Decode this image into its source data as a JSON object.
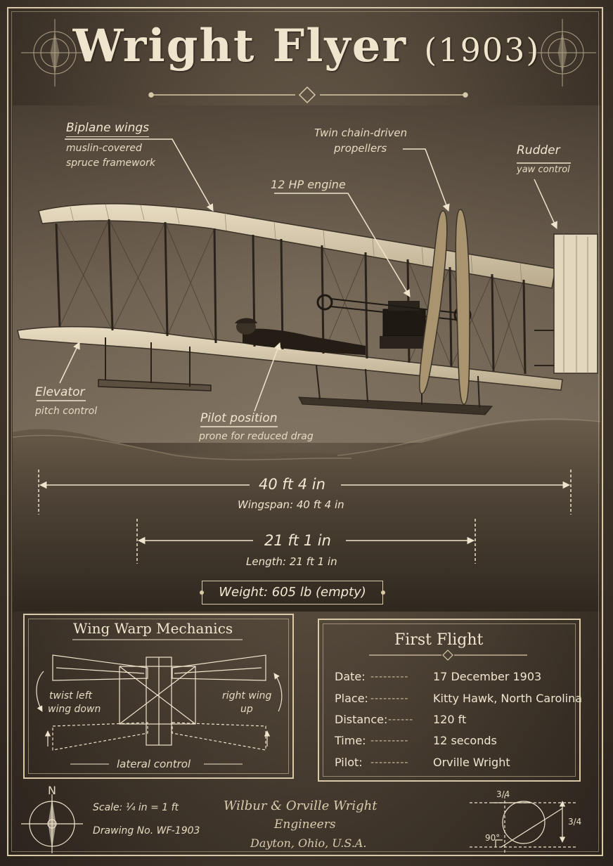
{
  "title": {
    "main": "Wright Flyer",
    "year": "(1903)"
  },
  "callouts": {
    "wings": {
      "label": "Biplane wings",
      "sub1": "muslin-covered",
      "sub2": "spruce framework"
    },
    "propellers": {
      "label1": "Twin chain-driven",
      "label2": "propellers"
    },
    "engine": {
      "label": "12 HP engine"
    },
    "rudder": {
      "label": "Rudder",
      "sub": "yaw control"
    },
    "elevator": {
      "label": "Elevator",
      "sub": "pitch control"
    },
    "pilot": {
      "label": "Pilot position",
      "sub": "prone for reduced drag"
    }
  },
  "dimensions": {
    "wingspan_value": "40 ft 4 in",
    "wingspan_caption": "Wingspan: 40 ft 4 in",
    "length_value": "21 ft 1 in",
    "length_caption": "Length: 21 ft 1 in",
    "weight": "Weight: 605 lb (empty)"
  },
  "wing_warp": {
    "title": "Wing Warp Mechanics",
    "left_note1": "twist left",
    "left_note2": "wing down",
    "right_note1": "right wing",
    "right_note2": "up",
    "caption": "lateral control"
  },
  "first_flight": {
    "title": "First Flight",
    "rows": [
      {
        "label": "Date:",
        "value": "17 December 1903"
      },
      {
        "label": "Place:",
        "value": "Kitty Hawk, North Carolina"
      },
      {
        "label": "Distance:",
        "value": "120 ft"
      },
      {
        "label": "Time:",
        "value": "12 seconds"
      },
      {
        "label": "Pilot:",
        "value": "Orville Wright"
      }
    ]
  },
  "footer": {
    "compass_letter": "N",
    "scale": "Scale: ¼ in = 1 ft",
    "drawing_no": "Drawing No. WF-1903",
    "credit1": "Wilbur & Orville Wright",
    "credit2": "Engineers",
    "credit3": "Dayton, Ohio, U.S.A.",
    "geo_top": "3/4",
    "geo_right": "3/4",
    "geo_angle": "90°"
  },
  "colors": {
    "ink": "#efe4cc",
    "sepia_dark": "#2e271f",
    "sepia_mid": "#5b4f40",
    "line": "#d8c9a8"
  }
}
